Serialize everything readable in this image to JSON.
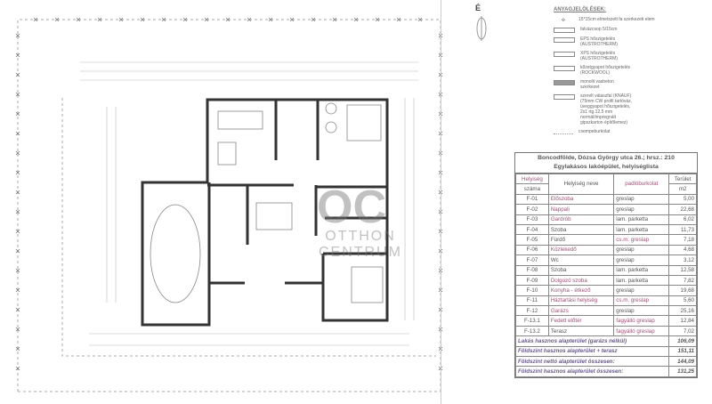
{
  "north_label": "É",
  "legend": {
    "title": "ANYAGJELÖLÉSEK:",
    "items": [
      "15*15cm elmetszett fa szerkezeti elem",
      "falvázcsop 5/15cm",
      "EPS hőszigetelés\n(AUSTROTHERM)",
      "XPS hőszigetelés\n(AUSTROTHERM)",
      "kőzetgyapot hőszigetelés\n(ROCKWOOL)",
      "monolit vasbeton\nszerkezet",
      "szerelt válaszfal (KNAUF)\n(75mm CW profil tartóváz,\nüveggyapot hőszigetelés,\n2x1 rtg.12,5 mm\nnormál/impregnált\ngipszkarton építőlemez)",
      "csempeburkolat"
    ]
  },
  "watermark": {
    "logo": "OC",
    "line1": "OTTHON",
    "line2": "CENTRUM"
  },
  "table": {
    "title_line1": "Boncodfölde, Dózsa György utca 26.; hrsz.: 210",
    "title_line2": "Egylakásos lakóépület, helyiséglista",
    "headers": {
      "num_top": "Helyiség",
      "num_bottom": "száma",
      "name": "Helyiség neve",
      "floor": "padlóburkolat",
      "area_top": "Terület",
      "area_unit": "m2"
    },
    "rows": [
      {
        "num": "F-01",
        "name": "Előszoba",
        "floor": "greslap",
        "area": "5,00"
      },
      {
        "num": "F-02",
        "name": "Nappali",
        "floor": "greslap",
        "area": "22,68"
      },
      {
        "num": "F-03",
        "name": "Gardrób",
        "floor": "lam. parketta",
        "area": "6,02"
      },
      {
        "num": "F-04",
        "name": "Szoba",
        "floor": "lam. parketta",
        "area": "11,73"
      },
      {
        "num": "F-05",
        "name": "Fürdő",
        "floor": "cs.m. greslap",
        "area": "7,18"
      },
      {
        "num": "F-06",
        "name": "Közlekedő",
        "floor": "greslap",
        "area": "4,68"
      },
      {
        "num": "F-07",
        "name": "Wc",
        "floor": "greslap",
        "area": "3,12"
      },
      {
        "num": "F-08",
        "name": "Szoba",
        "floor": "lam. parketta",
        "area": "12,58"
      },
      {
        "num": "F-09",
        "name": "Dolgozó szoba",
        "floor": "lam. parketta",
        "area": "7,82"
      },
      {
        "num": "F-10",
        "name": "Konyha - étkező",
        "floor": "greslap",
        "area": "19,68"
      },
      {
        "num": "F-11",
        "name": "Háztartási helyiség",
        "floor": "cs.m. greslap",
        "area": "5,60"
      },
      {
        "num": "F-12",
        "name": "Garázs",
        "floor": "greslap",
        "area": "25,16"
      },
      {
        "num": "F-13.1",
        "name": "Fedett előtér",
        "floor": "fagyálló greslap",
        "area": "12,84"
      },
      {
        "num": "F-13.2",
        "name": "Terasz",
        "floor": "fagyálló greslap",
        "area": "7,02"
      }
    ],
    "summary": [
      {
        "label": "Lakás hasznos alapterület (garázs nélkül)",
        "value": "106,09"
      },
      {
        "label": "Földszint hasznos alapterület + terasz",
        "value": "151,11"
      },
      {
        "label": "Földszint nettó alapterület összesen:",
        "value": "144,09"
      },
      {
        "label": "Földszint hasznos alapterület összesen:",
        "value": "131,25"
      }
    ]
  }
}
